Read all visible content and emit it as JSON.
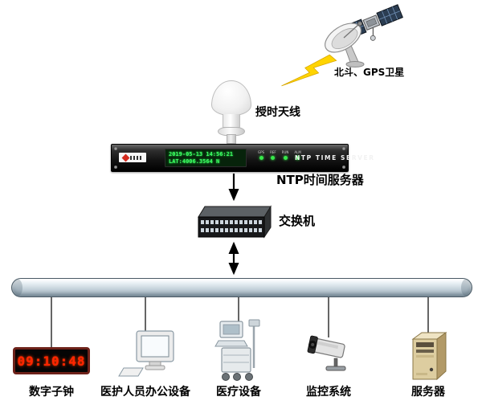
{
  "labels": {
    "satellite": "北斗、GPS卫星",
    "antenna": "授时天线",
    "ntp": "NTP时间服务器",
    "switch": "交换机"
  },
  "ntp_server": {
    "panel_text": "NTP TIME SERVER",
    "lcd_line1": "2019-05-13 14:56:21",
    "lcd_line2": "LAT:4006.3564 N",
    "leds": [
      "GPS",
      "REF",
      "RUN",
      "ALM"
    ]
  },
  "devices": [
    {
      "label": "数字子钟",
      "time": "09:10:48"
    },
    {
      "label": "医护人员办公设备"
    },
    {
      "label": "医疗设备"
    },
    {
      "label": "监控系统"
    },
    {
      "label": "服务器"
    }
  ]
}
